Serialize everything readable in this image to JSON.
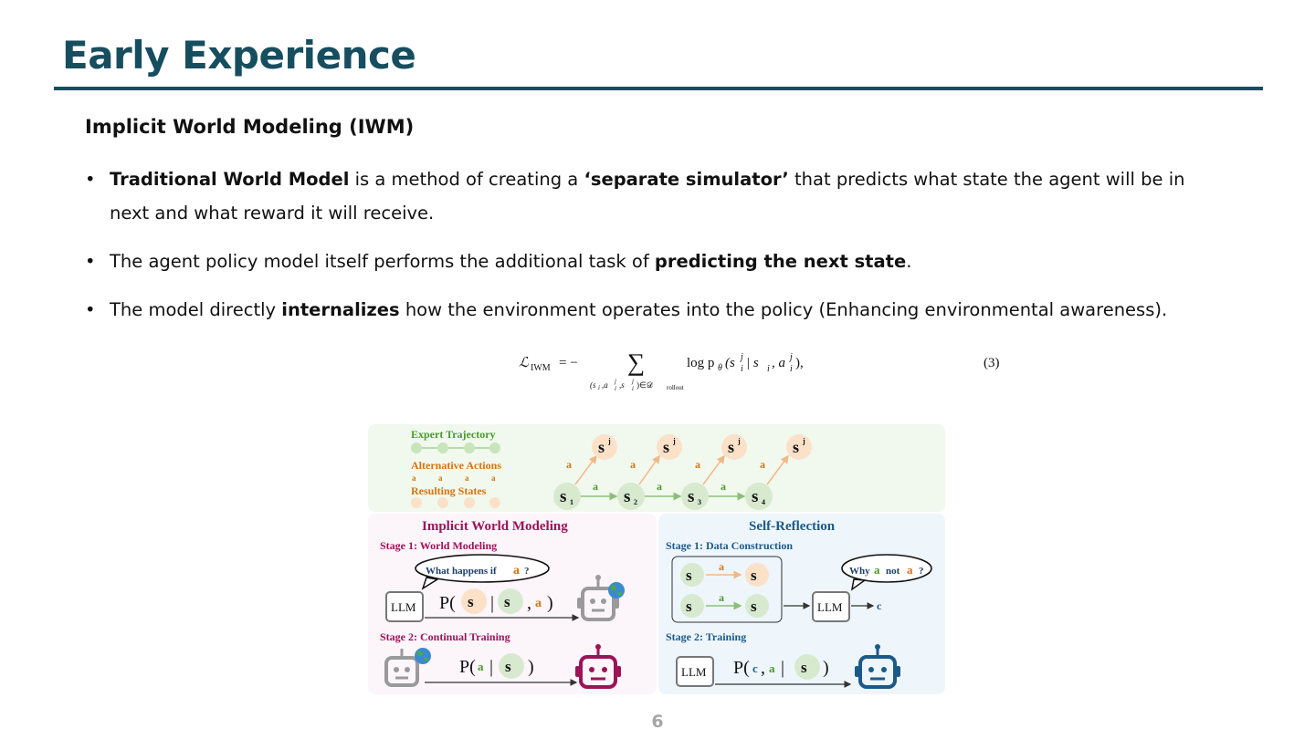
{
  "slide": {
    "title": "Early Experience",
    "section_heading": "Implicit World Modeling (IWM)",
    "page_number": "6"
  },
  "bullets": [
    {
      "b1": "Traditional World Model",
      "t1": " is a method of creating a ",
      "b2": "‘separate simulator’",
      "t2": " that predicts what state the agent will be in next and what reward it will receive."
    },
    {
      "t1": "The agent policy model itself performs the additional task of ",
      "b1": "predicting the next state",
      "t2": "."
    },
    {
      "t1": "The model directly ",
      "b1": "internalizes",
      "t2": " how the environment operates into the policy (Enhancing environmental awareness)."
    }
  ],
  "equation": {
    "lhs": "ℒ",
    "lhs_sub": "IWM",
    "equals": "= −",
    "sum": "∑",
    "body": "log p",
    "theta": "θ",
    "args": "(s",
    "bar": " | s",
    "comma_a": ", a",
    "close": "),",
    "idx_i": "i",
    "idx_j": "j",
    "range": "(s",
    "range_tail": ")∈𝒟",
    "range_sub": "rollout",
    "range_mid1": ",a",
    "range_mid2": ",s",
    "number": "(3)"
  },
  "figure": {
    "colors": {
      "expert_green": "#4a9a2a",
      "alt_orange": "#d9730d",
      "iwm_purple": "#9b1458",
      "sr_blue": "#1b5a88",
      "top_panel_bg": "#f1f8ee",
      "iwm_panel_bg": "#fcf5fa",
      "sr_panel_bg": "#eef6fc",
      "state_green_fill": "#d7ead0",
      "state_orange_fill": "#fbe1c8"
    },
    "legend": {
      "expert": "Expert Trajectory",
      "alternative": "Alternative Actions",
      "resulting": "Resulting States"
    },
    "trajectory": {
      "s": "s",
      "a": "a",
      "j": "j",
      "indices": [
        "1",
        "2",
        "3",
        "4"
      ]
    },
    "iwm": {
      "title": "Implicit World Modeling",
      "stage1": "Stage 1: World Modeling",
      "question": "What happens if",
      "q_mark": "?",
      "stage2": "Stage 2: Continual Training",
      "llm": "LLM",
      "p_open": "P(",
      "bar": "|",
      "comma": ",",
      "close": ")"
    },
    "sr": {
      "title": "Self-Reflection",
      "stage1": "Stage 1: Data Construction",
      "why": "Why",
      "not": "not",
      "q_mark": "?",
      "stage2": "Stage 2: Training",
      "llm": "LLM",
      "c": "c",
      "p_open": "P(",
      "bar": "|",
      "comma": ",",
      "close": ")"
    },
    "icons": [
      "llm-box-icon",
      "robot-icon",
      "globe-icon"
    ]
  }
}
